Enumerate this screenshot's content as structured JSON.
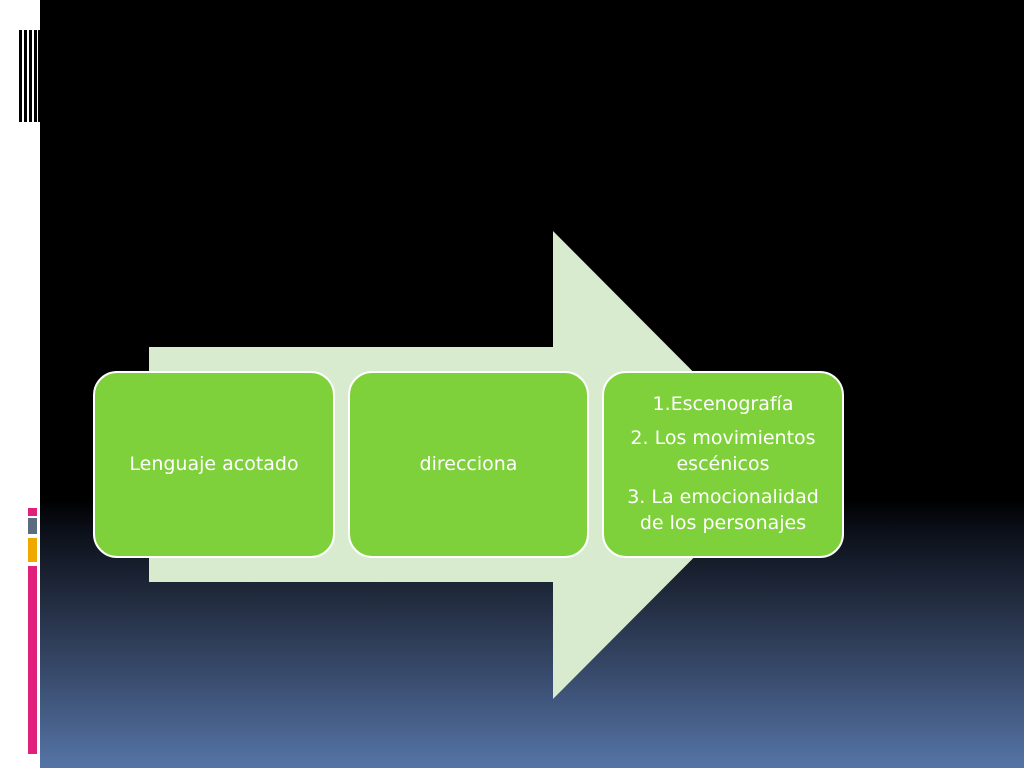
{
  "colors": {
    "box_fill": "#7fd13b",
    "arrow_fill": "#d8ebcf",
    "accent_pink": "#e0207a",
    "accent_grey": "#5c6b80",
    "accent_amber": "#f0a800"
  },
  "diagram": {
    "steps": [
      {
        "label": "Lenguaje acotado"
      },
      {
        "label": "direcciona"
      },
      {
        "items": [
          "1.Escenografía",
          "2. Los movimientos escénicos",
          "3. La emocionalidad de los personajes"
        ]
      }
    ]
  }
}
